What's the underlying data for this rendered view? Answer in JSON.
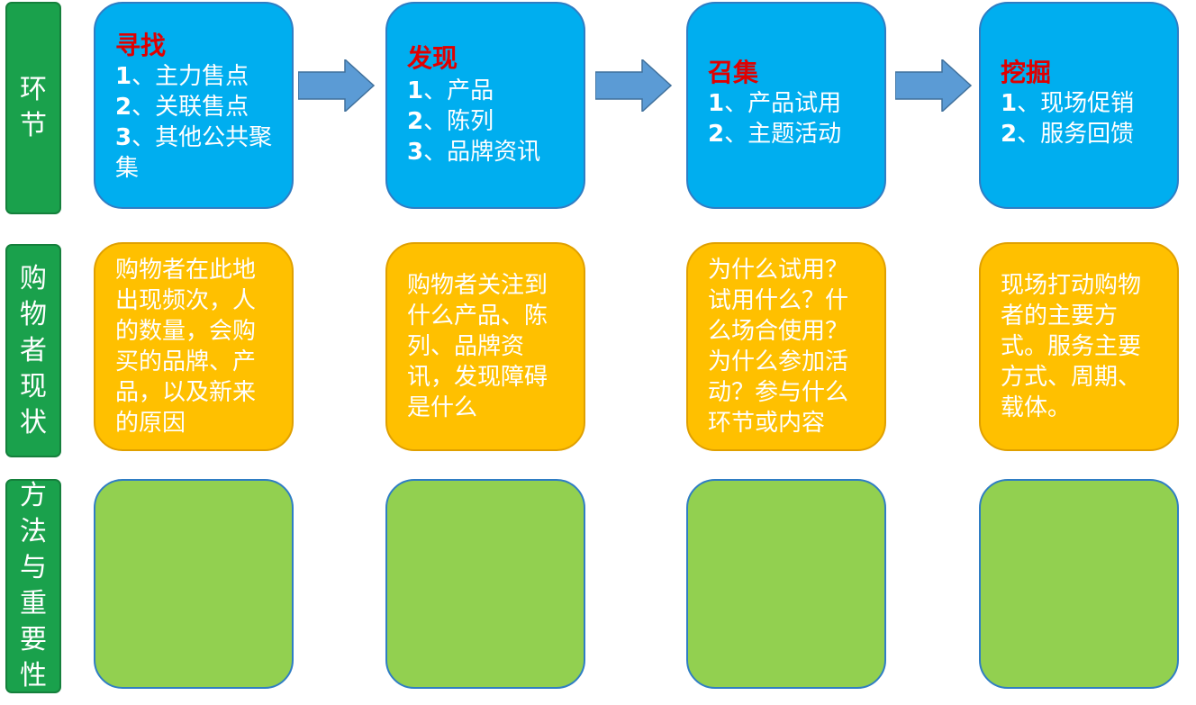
{
  "rows": {
    "stage": "环节",
    "status": "购物者现状",
    "method": "方法与重要性"
  },
  "stages": [
    {
      "title": "寻找",
      "items": [
        {
          "num": "1",
          "text": "、主力售点"
        },
        {
          "num": "2",
          "text": "、关联售点"
        },
        {
          "num": "3",
          "text": "、其他公共聚集"
        }
      ],
      "status": "购物者在此地出现频次，人的数量，会购买的品牌、产品，以及新来的原因"
    },
    {
      "title": "发现",
      "items": [
        {
          "num": "1",
          "text": "、产品"
        },
        {
          "num": "2",
          "text": "、陈列"
        },
        {
          "num": "3",
          "text": "、品牌资讯"
        }
      ],
      "status": "购物者关注到什么产品、陈列、品牌资讯，发现障碍是什么"
    },
    {
      "title": "召集",
      "items": [
        {
          "num": "1",
          "text": "、产品试用"
        },
        {
          "num": "2",
          "text": "、主题活动"
        }
      ],
      "status": "为什么试用？试用什么？什么场合使用？为什么参加活动？参与什么环节或内容"
    },
    {
      "title": "挖掘",
      "items": [
        {
          "num": "1",
          "text": "、现场促销"
        },
        {
          "num": "2",
          "text": "、服务回馈"
        }
      ],
      "status": "现场打动购物者的主要方式。服务主要方式、周期、载体。"
    }
  ],
  "colors": {
    "label_bg": "#1aa14c",
    "stage_bg": "#00aeef",
    "status_bg": "#ffc000",
    "method_bg": "#92d050",
    "title_text": "#e00000",
    "arrow": "#5b9bd5"
  }
}
